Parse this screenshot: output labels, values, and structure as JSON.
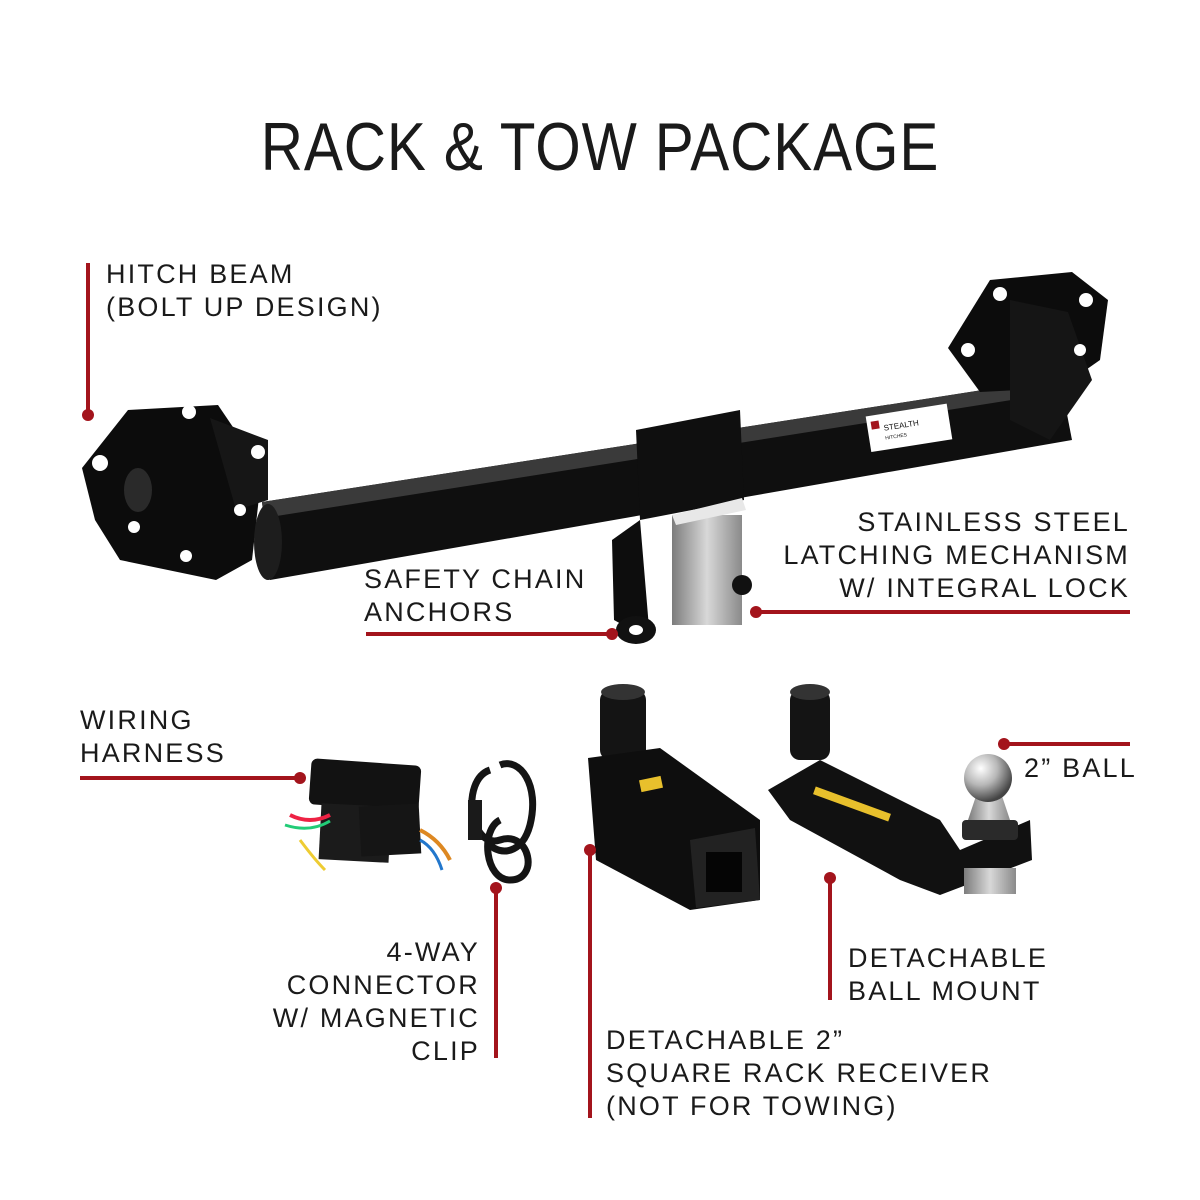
{
  "title": "RACK & TOW PACKAGE",
  "badge": {
    "brand": "STEALTH",
    "sub": "HITCHES"
  },
  "accent_color": "#a3141c",
  "labels": {
    "hitch_beam": [
      "HITCH BEAM",
      "(BOLT UP DESIGN)"
    ],
    "safety_chain": [
      "SAFETY CHAIN",
      "ANCHORS"
    ],
    "latching": [
      "STAINLESS STEEL",
      "LATCHING MECHANISM",
      "W/ INTEGRAL LOCK"
    ],
    "wiring": [
      "WIRING",
      "HARNESS"
    ],
    "ball": [
      "2” BALL"
    ],
    "connector": [
      "4-WAY",
      "CONNECTOR",
      "W/ MAGNETIC",
      "CLIP"
    ],
    "ball_mount": [
      "DETACHABLE",
      "BALL MOUNT"
    ],
    "rack_receiver": [
      "DETACHABLE 2”",
      "SQUARE RACK RECEIVER",
      "(NOT FOR TOWING)"
    ]
  }
}
